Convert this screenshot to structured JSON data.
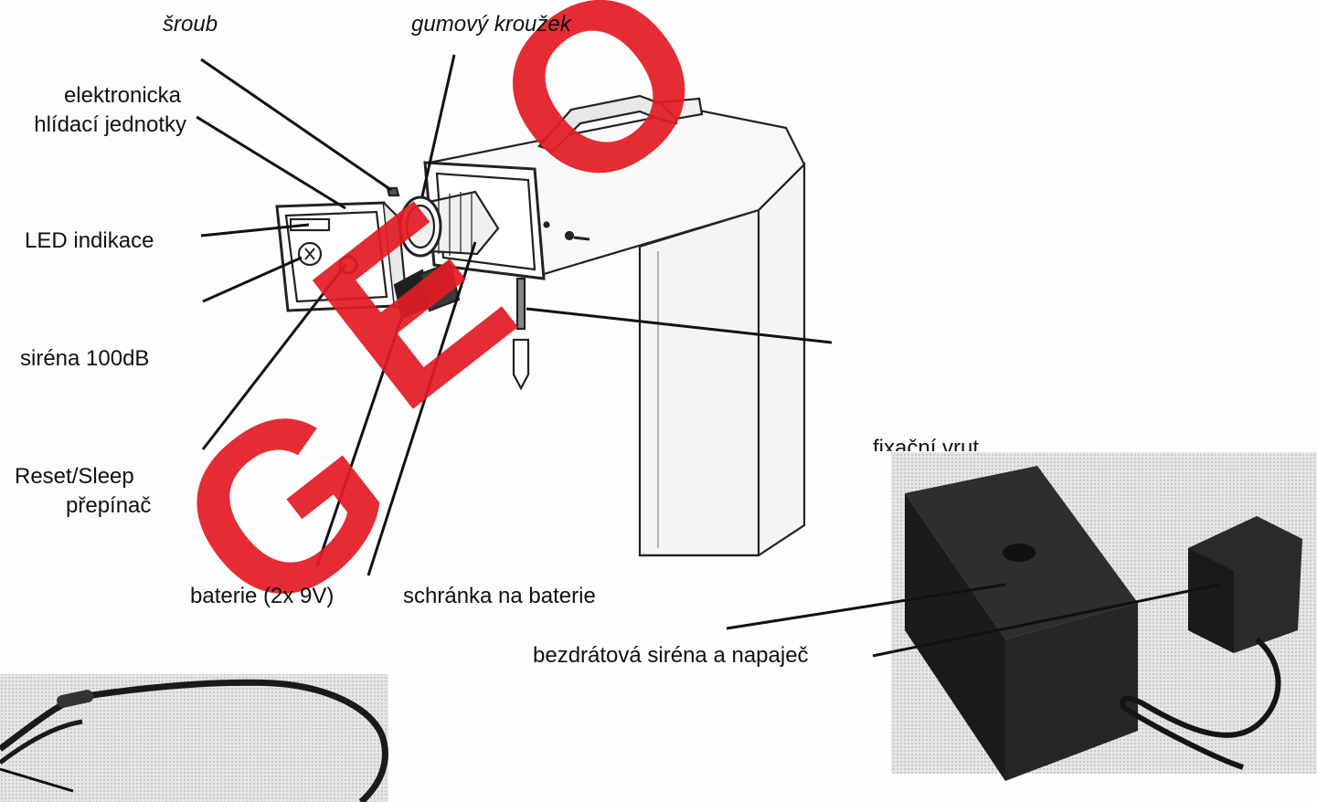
{
  "labels": {
    "screw": "šroub",
    "rubber_ring": "gumový kroužek",
    "electronic_unit_line1": "elektronicka",
    "electronic_unit_line2": "hlídací jednotky",
    "led": "LED indikace",
    "siren": "siréna 100dB",
    "reset_line1": "Reset/Sleep",
    "reset_line2": "přepínač",
    "batteries": "baterie (2x 9V)",
    "battery_box": "schránka na baterie",
    "fixing_screw": "fixační vrut",
    "wireless_siren": "bezdrátová siréna a napaječ"
  },
  "watermark": {
    "letters": [
      "G",
      "E",
      "O"
    ],
    "color": "#e31b23"
  }
}
